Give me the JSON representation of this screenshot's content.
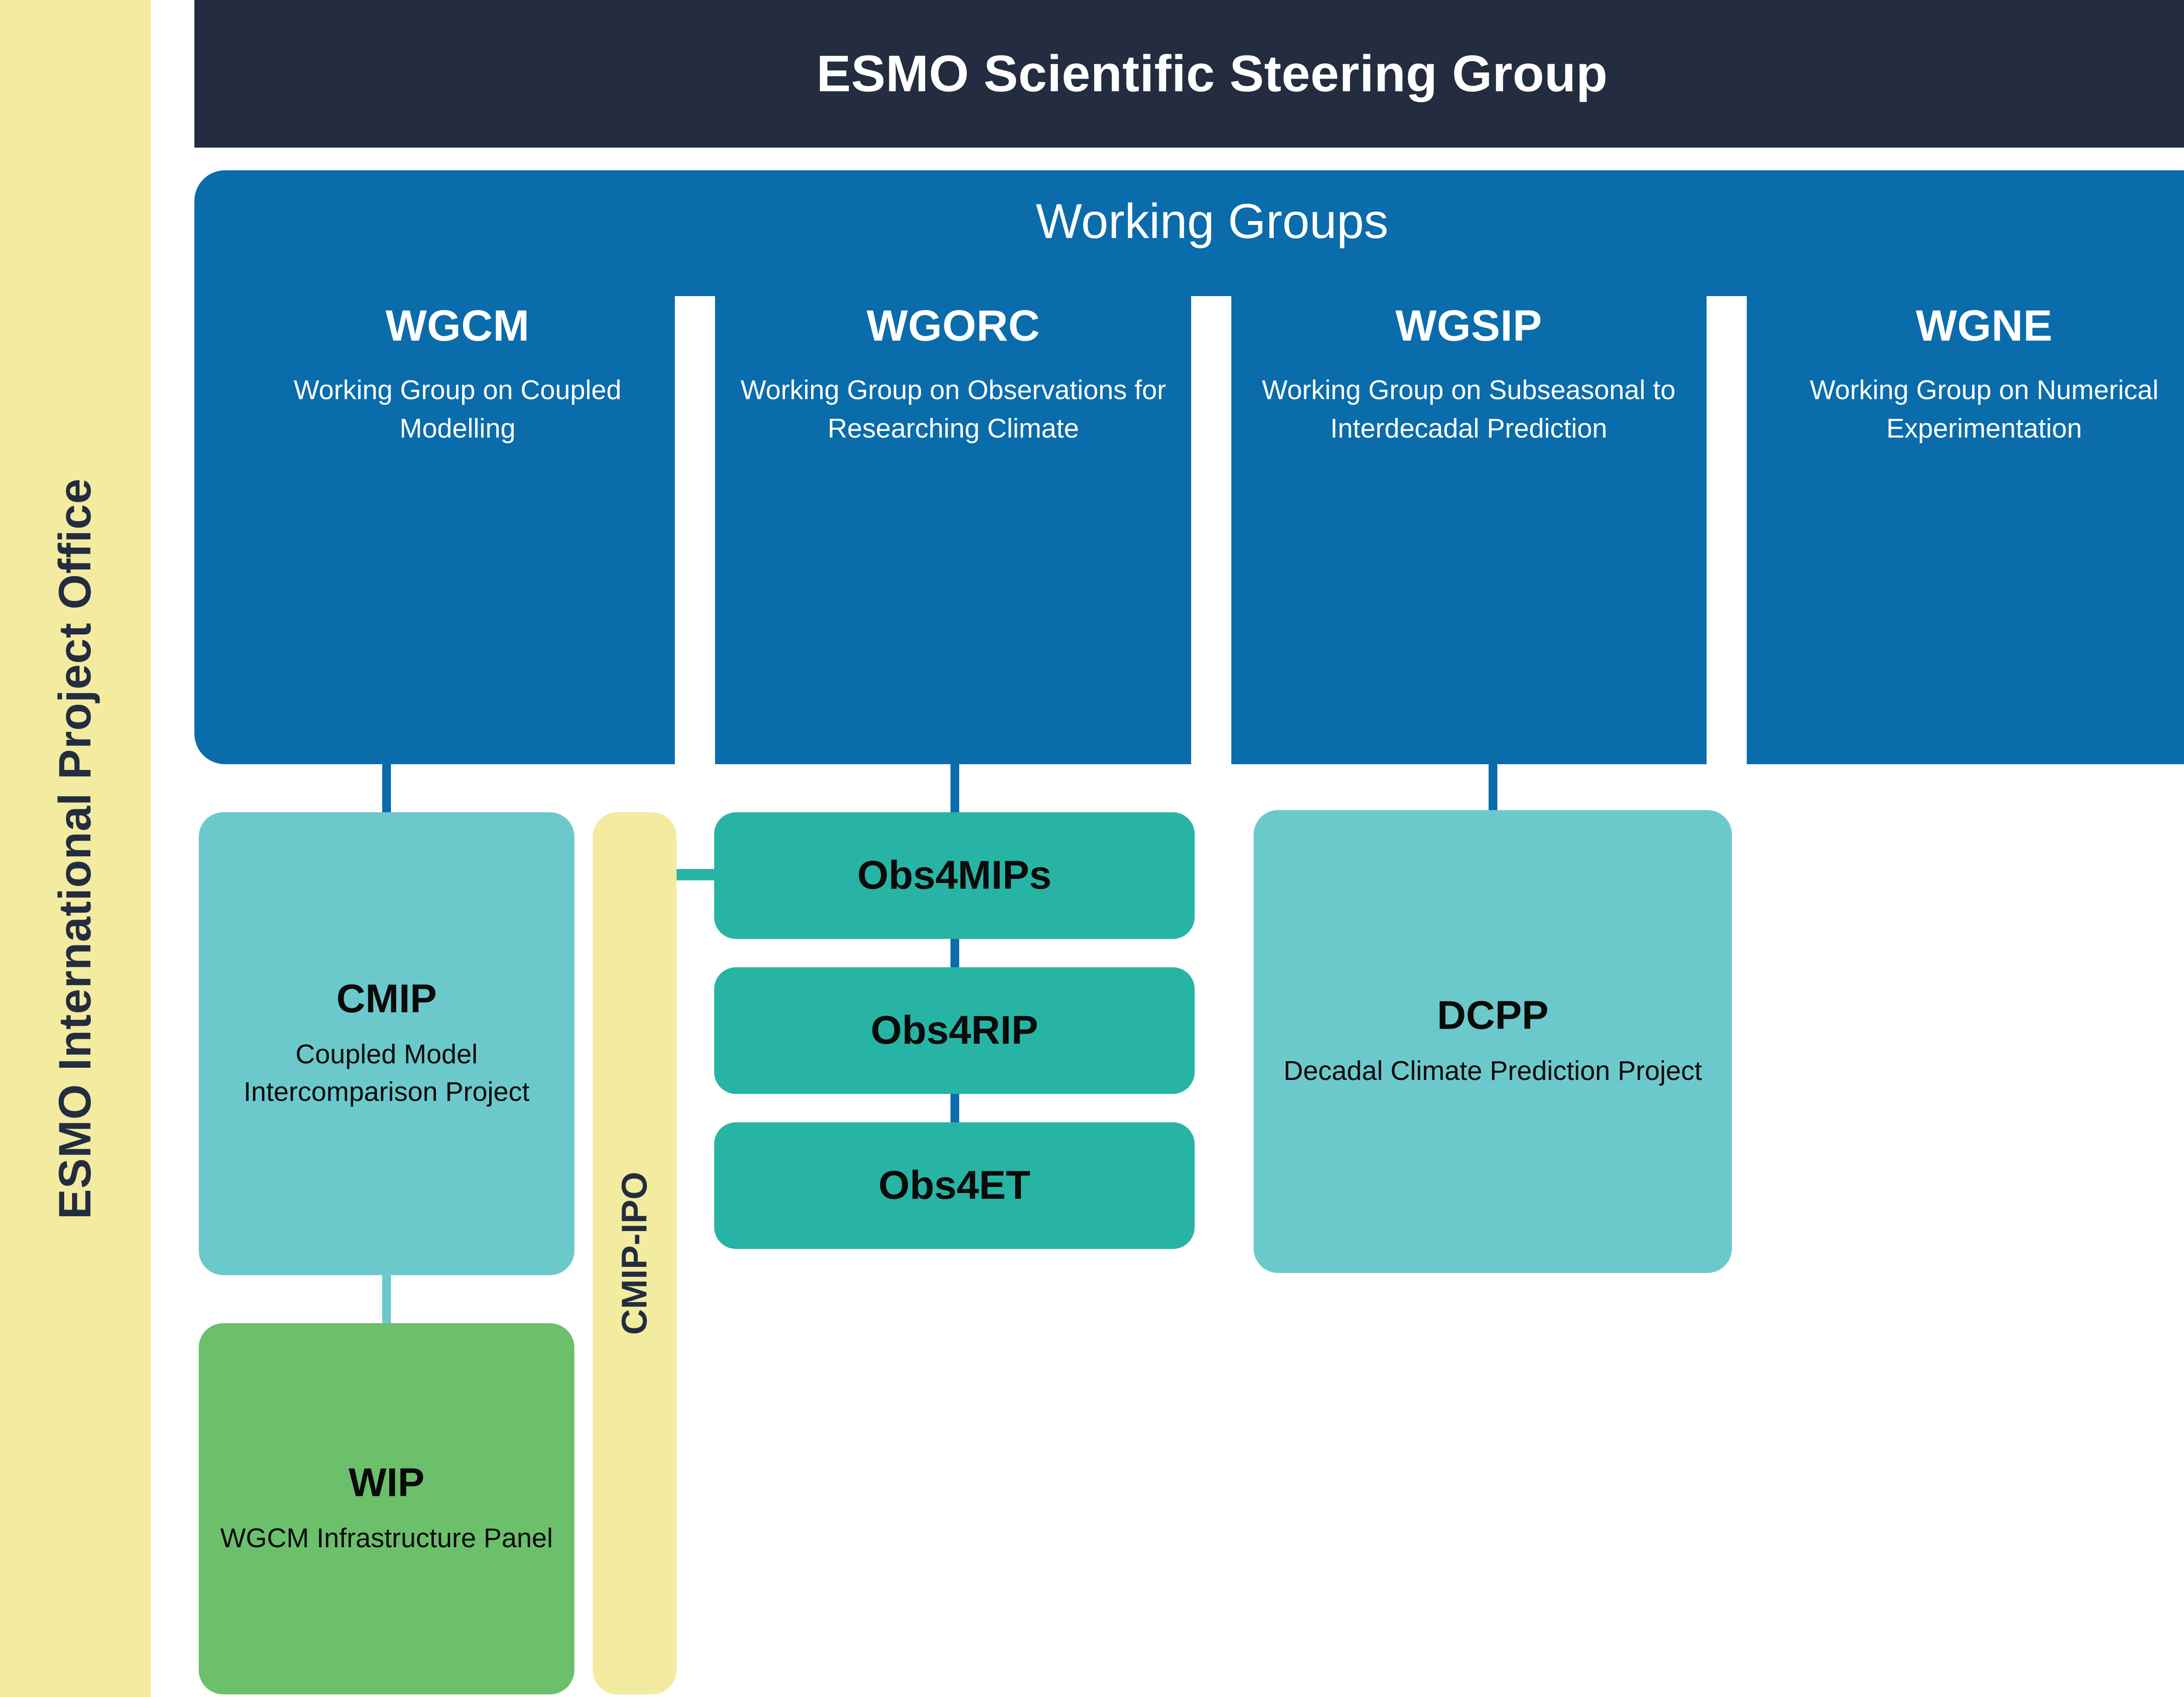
{
  "colors": {
    "navy": "#232d3f",
    "blue": "#0a6cab",
    "yellow": "#f2eba0",
    "teal_light": "#6cc9cb",
    "teal_dark": "#27b4a4",
    "green": "#6cc06c",
    "white": "#ffffff"
  },
  "ipo_bar": {
    "label": "ESMO International Project Office"
  },
  "header": {
    "title": "ESMO Scientific Steering Group"
  },
  "working_groups_panel": {
    "title": "Working Groups",
    "columns": [
      {
        "acronym": "WGCM",
        "full_name": "Working Group on Coupled Modelling"
      },
      {
        "acronym": "WGORC",
        "full_name": "Working Group on Observations for Researching Climate"
      },
      {
        "acronym": "WGSIP",
        "full_name": "Working Group on Subseasonal to Interdecadal Prediction"
      },
      {
        "acronym": "WGNE",
        "full_name": "Working Group on Numerical Experimentation"
      }
    ]
  },
  "projects": {
    "cmip": {
      "title": "CMIP",
      "subtitle": "Coupled Model Intercomparison Project"
    },
    "wip": {
      "title": "WIP",
      "subtitle": "WGCM Infrastructure Panel"
    },
    "dcpp": {
      "title": "DCPP",
      "subtitle": "Decadal Climate Prediction Project"
    },
    "obs4mips": {
      "title": "Obs4MIPs"
    },
    "obs4rip": {
      "title": "Obs4RIP"
    },
    "obs4et": {
      "title": "Obs4ET"
    }
  },
  "cmip_ipo_bar": {
    "label": "CMIP-IPO"
  }
}
